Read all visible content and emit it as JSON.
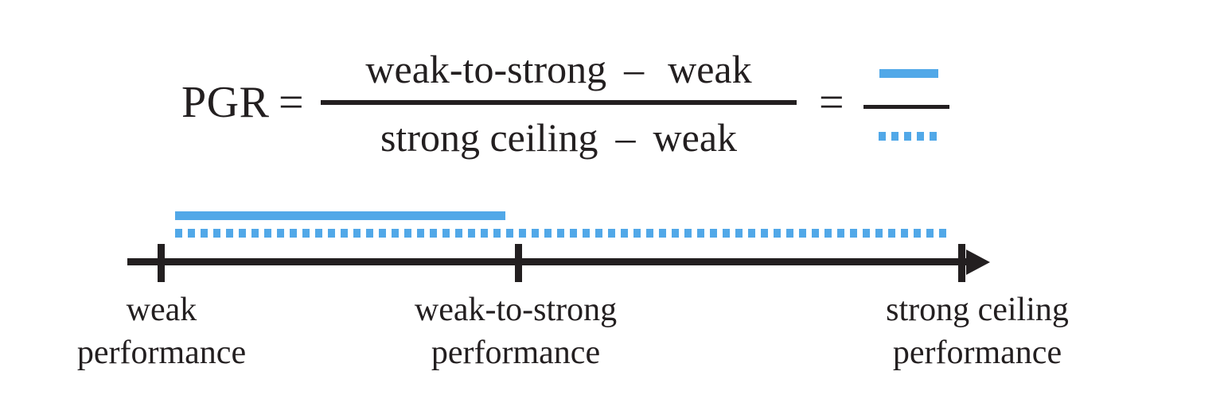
{
  "figure": {
    "background_color": "#ffffff",
    "accent_color": "#51a8e8",
    "ink_color": "#231f20"
  },
  "formula": {
    "lhs": "PGR",
    "equals": "=",
    "equals_second": "=",
    "numerator": {
      "left_term": "weak-to-strong",
      "operator": "–",
      "right_term": "weak"
    },
    "denominator": {
      "left_term": "strong ceiling",
      "operator": "–",
      "right_term": "weak"
    }
  },
  "legend": {
    "numerator_style": "solid-blue-bar",
    "denominator_style": "dotted-blue-bar",
    "bar_color": "#51a8e8",
    "rule_color": "#231f20"
  },
  "numberline": {
    "axis_style": "arrow-right",
    "solid_bar": {
      "style": "solid",
      "color": "#51a8e8",
      "from_tick": "weak performance",
      "to_tick": "weak-to-strong performance"
    },
    "dotted_bar": {
      "style": "dotted",
      "color": "#51a8e8",
      "from_tick": "weak performance",
      "to_tick": "strong ceiling performance"
    },
    "ticks": [
      {
        "id": "weak",
        "line1": "weak",
        "line2": "performance"
      },
      {
        "id": "weak-to-strong",
        "line1": "weak-to-strong",
        "line2": "performance"
      },
      {
        "id": "strong-ceiling",
        "line1": "strong ceiling",
        "line2": "performance"
      }
    ]
  }
}
